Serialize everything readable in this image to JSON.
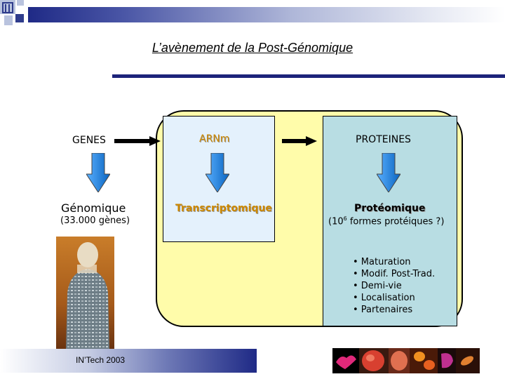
{
  "slide": {
    "title": "L’avènement de la Post-Génomique",
    "footer": "IN’Tech 2003"
  },
  "columns": {
    "genes": {
      "label": "GENES",
      "method": "Génomique",
      "detail": "(33.000 gènes)"
    },
    "arn": {
      "label": "ARNm",
      "method": "Transcriptomique"
    },
    "proteines": {
      "label": "PROTEINES",
      "method": "Protéomique",
      "detail_prefix": "(10",
      "detail_exp": "6",
      "detail_suffix": " formes protéiques ?)"
    }
  },
  "bullets": [
    "• Maturation",
    "• Modif. Post-Trad.",
    "• Demi-vie",
    "• Localisation",
    "• Partenaires"
  ],
  "colors": {
    "header_blue": "#1d237a",
    "panel_yellow": "#fffcaa",
    "arn_box": "#e4f1fc",
    "prot_box": "#b8dde3",
    "arrow_blue": "#1a7fd0",
    "accent_orange": "#cc8800"
  }
}
